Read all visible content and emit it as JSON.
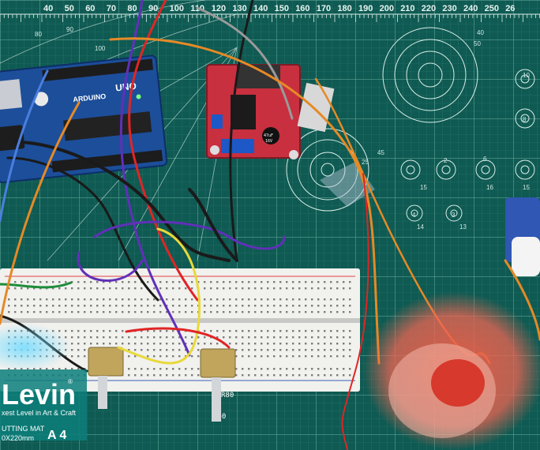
{
  "mat": {
    "top_ruler": [
      "40",
      "50",
      "60",
      "70",
      "80",
      "90",
      "100",
      "110",
      "120",
      "130",
      "140",
      "150",
      "160",
      "170",
      "180",
      "190",
      "200",
      "210",
      "220",
      "230",
      "240",
      "250",
      "26"
    ],
    "arc_labels": [
      "80",
      "90",
      "100",
      "50",
      "40"
    ],
    "right_targets": [
      "10",
      "8",
      "6",
      "4",
      "3",
      "2"
    ],
    "right_targets_2": [
      "45",
      "25",
      "15",
      "13",
      "14",
      "16",
      "15"
    ],
    "bottom_labels": [
      "R80",
      "R60"
    ],
    "logo": {
      "brand": "Levin",
      "registered": "®",
      "tagline": "xest Level in Art & Craft",
      "product": "UTTING MAT",
      "size": "0X220mm",
      "format": "A 4"
    }
  },
  "components": {
    "arduino": {
      "logo_text": "ARDUINO",
      "model": "UNO"
    },
    "driver": {
      "cap1": "47uF",
      "cap2": "16V"
    }
  },
  "colors": {
    "mat": "#0f5a52",
    "grid": "#3f8a80",
    "arduino": "#1c4e9a",
    "driver_board": "#c82f3f",
    "breadboard": "#f1f1ee",
    "servo": "#2f57b3",
    "knob": "#d7392d"
  }
}
